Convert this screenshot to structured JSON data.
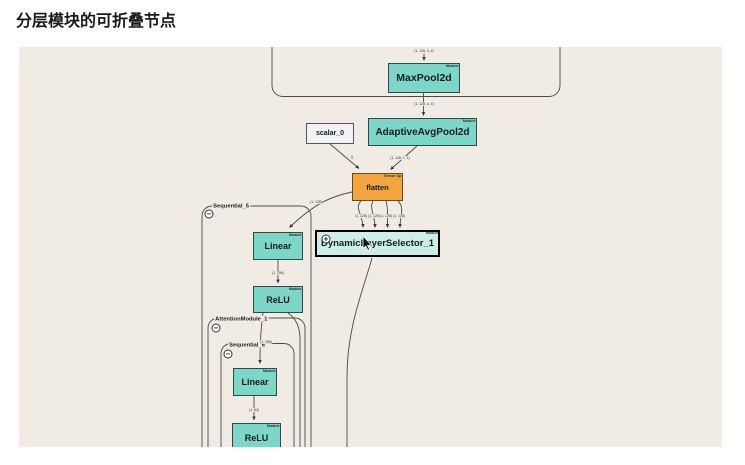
{
  "title": "分层模块的可折叠节点",
  "canvas": {
    "nodes": {
      "maxpool2d": {
        "label": "MaxPool2d",
        "tag": "Module"
      },
      "adaptive_avg_pool2d": {
        "label": "AdaptiveAvgPool2d",
        "tag": "Module"
      },
      "scalar_0": {
        "label": "scalar_0"
      },
      "flatten": {
        "label": "flatten",
        "tag": "Tensor Op"
      },
      "dynamic_layer_selector_1": {
        "label": "DynamicLayerSelector_1",
        "tag": "Module",
        "expand_icon": "+"
      },
      "linear_1": {
        "label": "Linear",
        "tag": "Module"
      },
      "relu_1": {
        "label": "ReLU",
        "tag": "Module"
      },
      "linear_2": {
        "label": "Linear",
        "tag": "Module"
      },
      "relu_2": {
        "label": "ReLU",
        "tag": "Module"
      }
    },
    "clusters": {
      "sequential_5": {
        "label": "Sequential_5",
        "collapse_icon": "−"
      },
      "attention_module_1": {
        "label": "AttentionModule_1",
        "collapse_icon": "−"
      },
      "sequential_6": {
        "label": "Sequential_6",
        "collapse_icon": "−"
      }
    },
    "edge_labels": {
      "into_maxpool": "(1, 128, 4, 4)",
      "into_adaptive_avg_pool": "(1, 128, 4, 4)",
      "scalar_to_flatten": "()",
      "avgpool_to_flatten": "(1, 128, 1, 1)",
      "flatten_to_linear": "(1, 128)",
      "flatten_to_selector": [
        "(1, 128)",
        "(1, 128)",
        "(1, 128)",
        "(1, 128)"
      ],
      "linear1_to_relu1": "(1, 256)",
      "relu1_to_linear2": "(1, 256)",
      "linear2_to_relu2": "(1, 64)"
    },
    "colors": {
      "canvas_bg": "#f0ece3",
      "module_node": "#7cd7c9",
      "collapsed_node": "#cdeee6",
      "op_node": "#f3a540",
      "tensor_node": "#f2f1f5",
      "edge": "#3f3f3f"
    }
  }
}
